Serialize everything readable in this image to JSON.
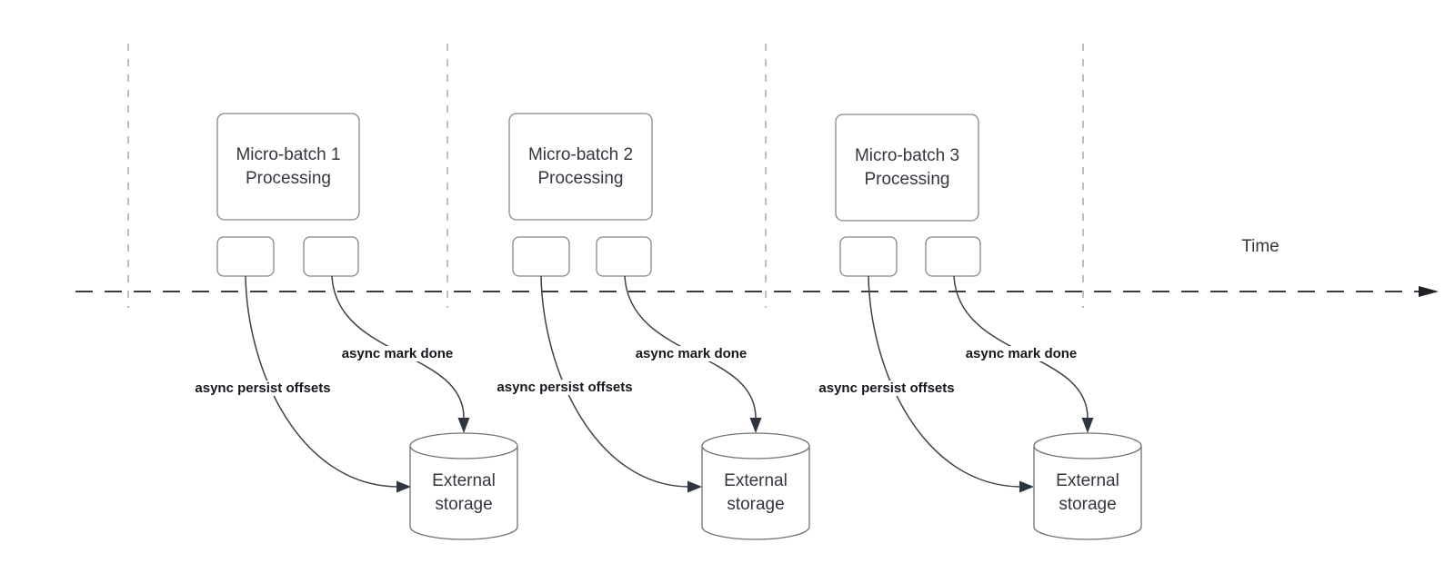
{
  "diagram": {
    "time_axis": {
      "label": "Time"
    },
    "batches": [
      {
        "title": "Micro-batch 1\nProcessing",
        "persist_label": "async persist offsets",
        "done_label": "async mark done",
        "storage_label": "External\nstorage"
      },
      {
        "title": "Micro-batch 2\nProcessing",
        "persist_label": "async persist offsets",
        "done_label": "async mark done",
        "storage_label": "External\nstorage"
      },
      {
        "title": "Micro-batch 3\nProcessing",
        "persist_label": "async persist offsets",
        "done_label": "async mark done",
        "storage_label": "External\nstorage"
      }
    ],
    "colors": {
      "background": "#ffffff",
      "node_border": "#85888d",
      "cylinder_border": "#6e7177",
      "node_text": "#33373e",
      "connector": "#3b4149",
      "arrowhead": "#2e3440",
      "time_axis_line": "#1f2126",
      "interval_line": "#a8a8a8",
      "edge_label_text": "#14171c"
    }
  }
}
